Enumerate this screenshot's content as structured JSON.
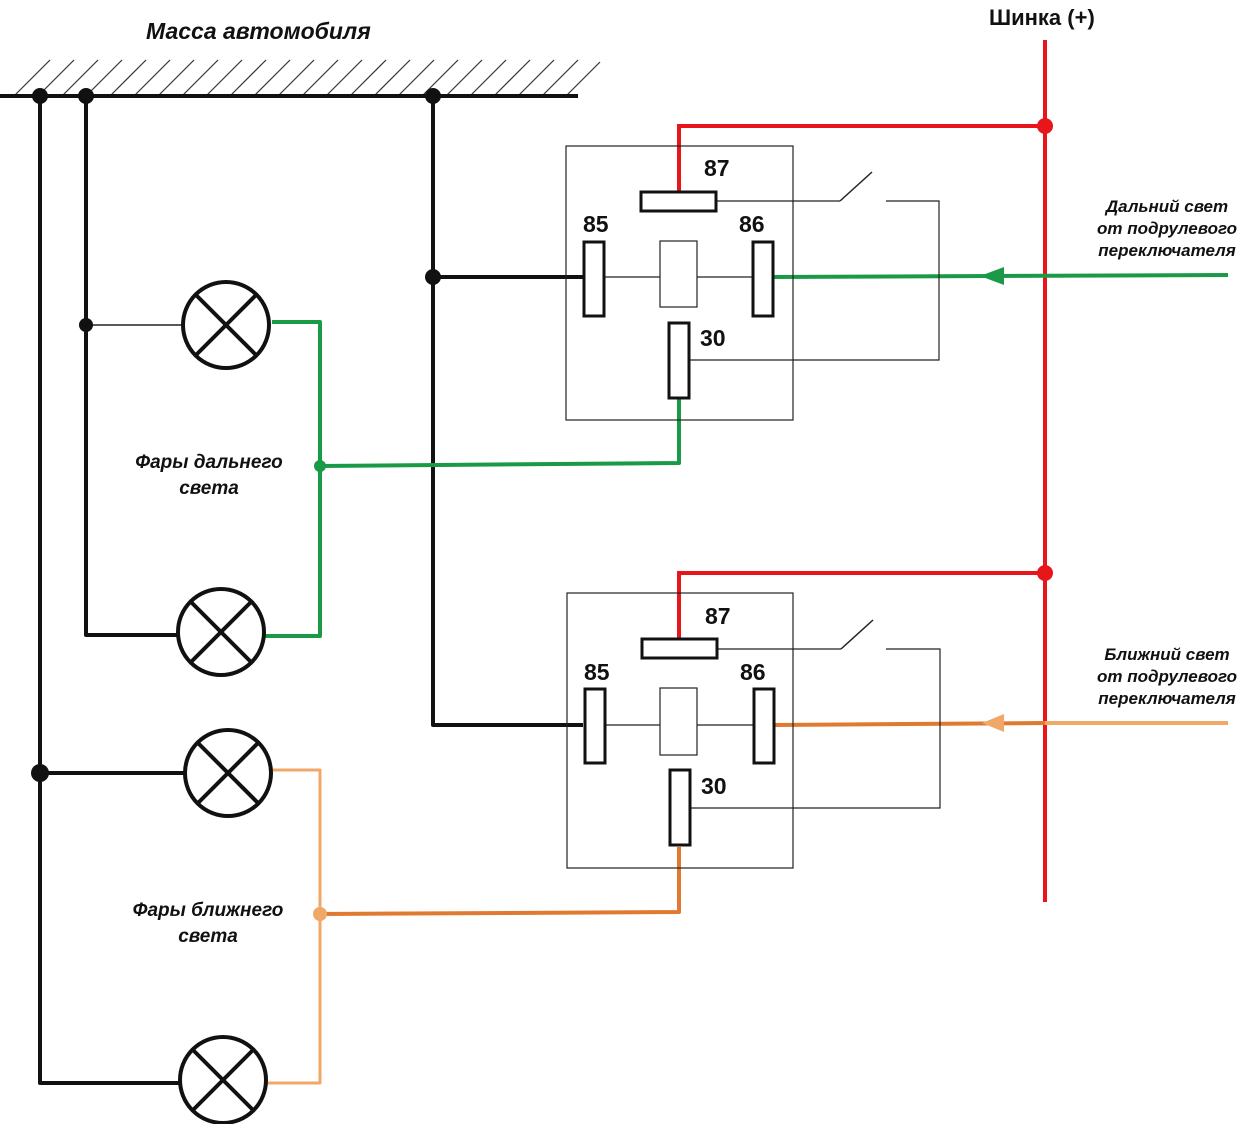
{
  "labels": {
    "ground": "Масса автомобиля",
    "bus": "Шинка (+)",
    "high_beam_lamps_line1": "Фары дальнего",
    "high_beam_lamps_line2": "света",
    "low_beam_lamps_line1": "Фары ближнего",
    "low_beam_lamps_line2": "света",
    "high_beam_input_line1": "Дальний свет",
    "high_beam_input_line2": "от подрулевого",
    "high_beam_input_line3": "переключателя",
    "low_beam_input_line1": "Ближний свет",
    "low_beam_input_line2": "от подрулевого",
    "low_beam_input_line3": "переключателя"
  },
  "relays": [
    {
      "pins": {
        "p87": "87",
        "p85": "85",
        "p86": "86",
        "p30": "30"
      }
    },
    {
      "pins": {
        "p87": "87",
        "p85": "85",
        "p86": "86",
        "p30": "30"
      }
    }
  ],
  "colors": {
    "ground_wire": "#111111",
    "plus_bus": "#e8151b",
    "high_beam_wire": "#1a9a47",
    "low_beam_wire": "#e07a30",
    "low_beam_wire_light": "#f0a868",
    "thin_wire": "#222222"
  },
  "icons": [
    "lamp-icon",
    "relay-switch-icon",
    "relay-coil-icon"
  ]
}
